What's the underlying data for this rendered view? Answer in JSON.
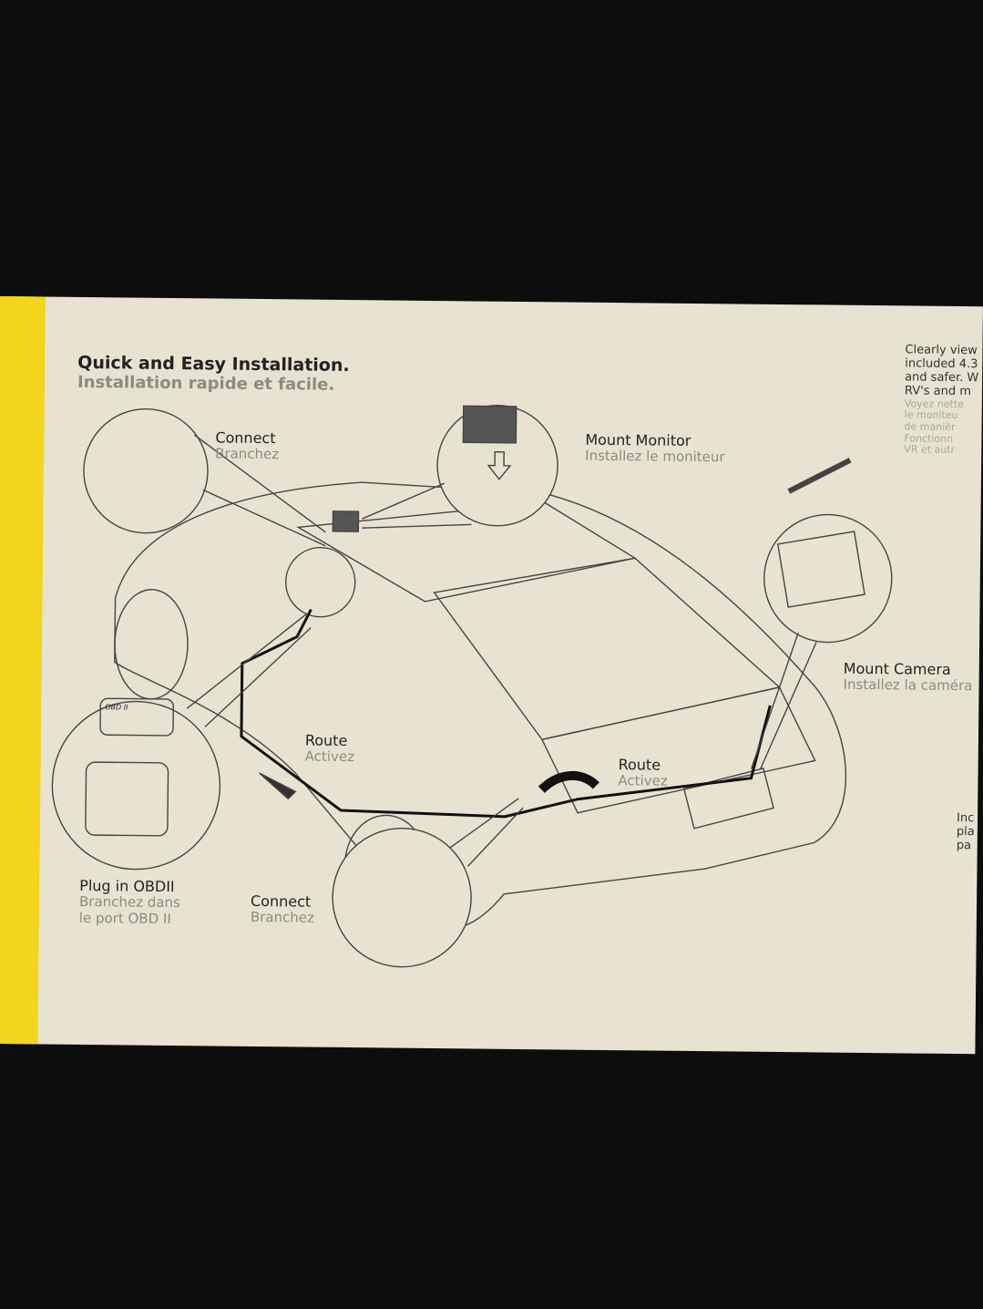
{
  "title": {
    "en": "Quick and Easy Installation.",
    "fr": "Installation rapide et facile."
  },
  "steps": [
    {
      "en": "Connect",
      "fr": "Branchez"
    },
    {
      "en": "Mount Monitor",
      "fr": "Installez le moniteur"
    },
    {
      "en": "Mount Camera",
      "fr": "Installez la caméra"
    },
    {
      "en": "Route",
      "fr": "Activez"
    },
    {
      "en": "Route",
      "fr": "Activez"
    },
    {
      "en": "Plug in OBDII",
      "fr": "Branchez dans",
      "fr2": "le port OBD II"
    },
    {
      "en": "Connect",
      "fr": "Branchez"
    }
  ],
  "side_text": {
    "en": [
      "Clearly view",
      "included 4.3",
      "and safer. W",
      "RV's and m"
    ],
    "fr": [
      "Voyez nette",
      "le moniteu",
      "de manièr",
      "Fonctionn",
      "VR et autr"
    ]
  },
  "side_text_2": {
    "en": [
      "Inc",
      "pla",
      "pa"
    ]
  },
  "obd_tag": "OBD II",
  "colors": {
    "box": "#e8e3d0",
    "yellow": "#f2d51c",
    "background": "#0d0d0d"
  }
}
